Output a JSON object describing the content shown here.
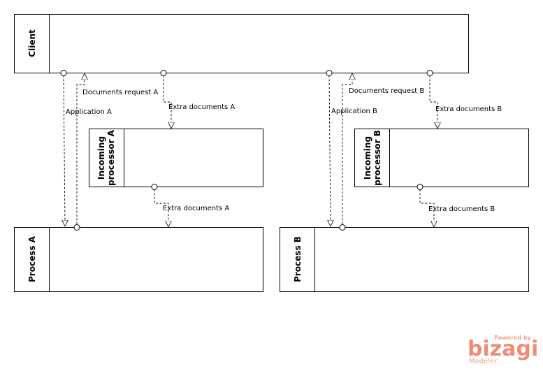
{
  "pools": {
    "client": "Client",
    "incoming_a": [
      "Incoming",
      "processor A"
    ],
    "incoming_b": [
      "Incoming",
      "processor B"
    ],
    "process_a": "Process A",
    "process_b": "Process B"
  },
  "flows": {
    "documents_request_a": "Documents request A",
    "application_a": "Application A",
    "extra_docs_a_top": "Extra documents A",
    "extra_docs_a_bottom": "Extra documents A",
    "documents_request_b": "Documents request B",
    "application_b": "Application B",
    "extra_docs_b_top": "Extra documents B",
    "extra_docs_b_bottom": "Extra documents B"
  },
  "watermark": {
    "powered_by": "Powered by",
    "brand": "bizagi",
    "product": "Modeler"
  }
}
